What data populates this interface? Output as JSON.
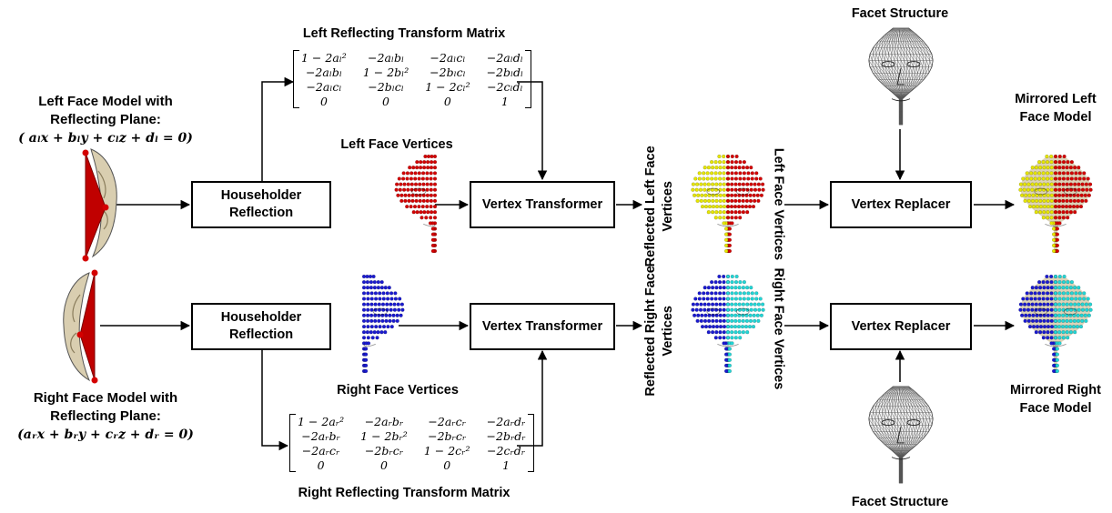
{
  "left_model": {
    "title_lines": [
      "Left Face Model with",
      "Reflecting Plane:"
    ],
    "equation": "( aₗx + bₗy + cₗz + dₗ = 0)"
  },
  "right_model": {
    "title_lines": [
      "Right Face Model with",
      "Reflecting Plane:"
    ],
    "equation": "(aᵣx + bᵣy + cᵣz + dᵣ = 0)"
  },
  "householder_top": [
    "Householder",
    "Reflection"
  ],
  "householder_bottom": [
    "Householder",
    "Reflection"
  ],
  "left_matrix": {
    "title": "Left Reflecting Transform Matrix",
    "rows": [
      [
        "1 − 2aₗ²",
        "−2aₗbₗ",
        "−2aₗcₗ",
        "−2aₗdₗ"
      ],
      [
        "−2aₗbₗ",
        "1 − 2bₗ²",
        "−2bₗcₗ",
        "−2bₗdₗ"
      ],
      [
        "−2aₗcₗ",
        "−2bₗcₗ",
        "1 − 2cₗ²",
        "−2cₗdₗ"
      ],
      [
        "0",
        "0",
        "0",
        "1"
      ]
    ]
  },
  "right_matrix": {
    "title": "Right Reflecting Transform Matrix",
    "rows": [
      [
        "1 − 2aᵣ²",
        "−2aᵣbᵣ",
        "−2aᵣcᵣ",
        "−2aᵣdᵣ"
      ],
      [
        "−2aᵣbᵣ",
        "1 − 2bᵣ²",
        "−2bᵣcᵣ",
        "−2bᵣdᵣ"
      ],
      [
        "−2aᵣcᵣ",
        "−2bᵣcᵣ",
        "1 − 2cᵣ²",
        "−2cᵣdᵣ"
      ],
      [
        "0",
        "0",
        "0",
        "1"
      ]
    ]
  },
  "left_face_vertices": "Left Face Vertices",
  "right_face_vertices": "Right Face Vertices",
  "vertex_transformer_top": "Vertex Transformer",
  "vertex_transformer_bottom": "Vertex Transformer",
  "reflected_left": [
    "Reflected Left Face",
    "Vertices"
  ],
  "left_face_vertices_vertical": "Left Face Vertices",
  "reflected_right": [
    "Reflected Right Face",
    "Vertices"
  ],
  "right_face_vertices_vertical": "Right Face Vertices",
  "vertex_replacer_top": "Vertex Replacer",
  "vertex_replacer_bottom": "Vertex Replacer",
  "facet_structure_top": "Facet Structure",
  "facet_structure_bottom": "Facet Structure",
  "mirrored_left": [
    "Mirrored Left",
    "Face Model"
  ],
  "mirrored_right": [
    "Mirrored Right",
    "Face Model"
  ],
  "colors": {
    "left_red": "#d40000",
    "right_blue": "#1a1ad0",
    "reflected_yellow": "#e6e600",
    "reflected_cyan": "#22d6d6",
    "face_surface": "#d9ceb0"
  }
}
